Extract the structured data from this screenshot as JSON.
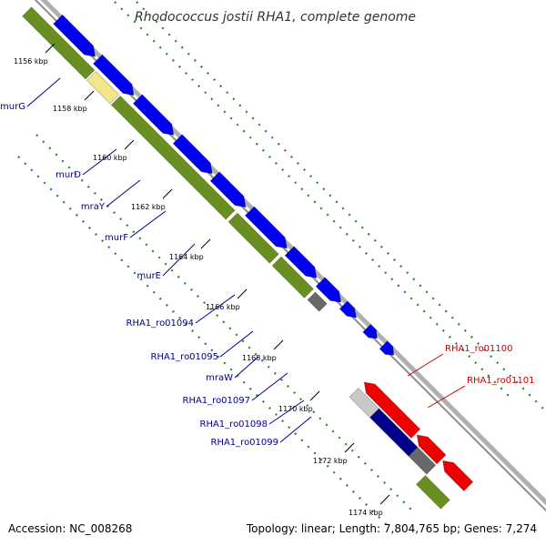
{
  "title": "Rhodococcus jostii RHA1, complete genome",
  "footer": {
    "accession": "Accession: NC_008268",
    "topology": "Topology: linear; Length: 7,804,765 bp; Genes: 7,274"
  },
  "colors": {
    "backbone": "#9a9a9a",
    "cds_forward": "#0000ee",
    "gene_green": "#6b8e23",
    "gene_yellow": "#f0e68c",
    "pseudo_gray": "#696969",
    "cds_reverse": "#ee0000",
    "navy": "#00008b",
    "light_gray": "#c8c8c8",
    "gc_dots": "#228b22",
    "label_forward": "#00008b",
    "label_reverse": "#cc0000"
  },
  "ticks": [
    "1156 kbp",
    "1158 kbp",
    "1160 kbp",
    "1162 kbp",
    "1164 kbp",
    "1166 kbp",
    "1168 kbp",
    "1170 kbp",
    "1172 kbp",
    "1174 kbp"
  ],
  "labels_forward": [
    "murG",
    "murD",
    "mraY",
    "murF",
    "murE",
    "RHA1_ro01094",
    "RHA1_ro01095",
    "mraW",
    "RHA1_ro01097",
    "RHA1_ro01098",
    "RHA1_ro01099"
  ],
  "labels_reverse": [
    "RHA1_ro01100",
    "RHA1_ro01101"
  ]
}
